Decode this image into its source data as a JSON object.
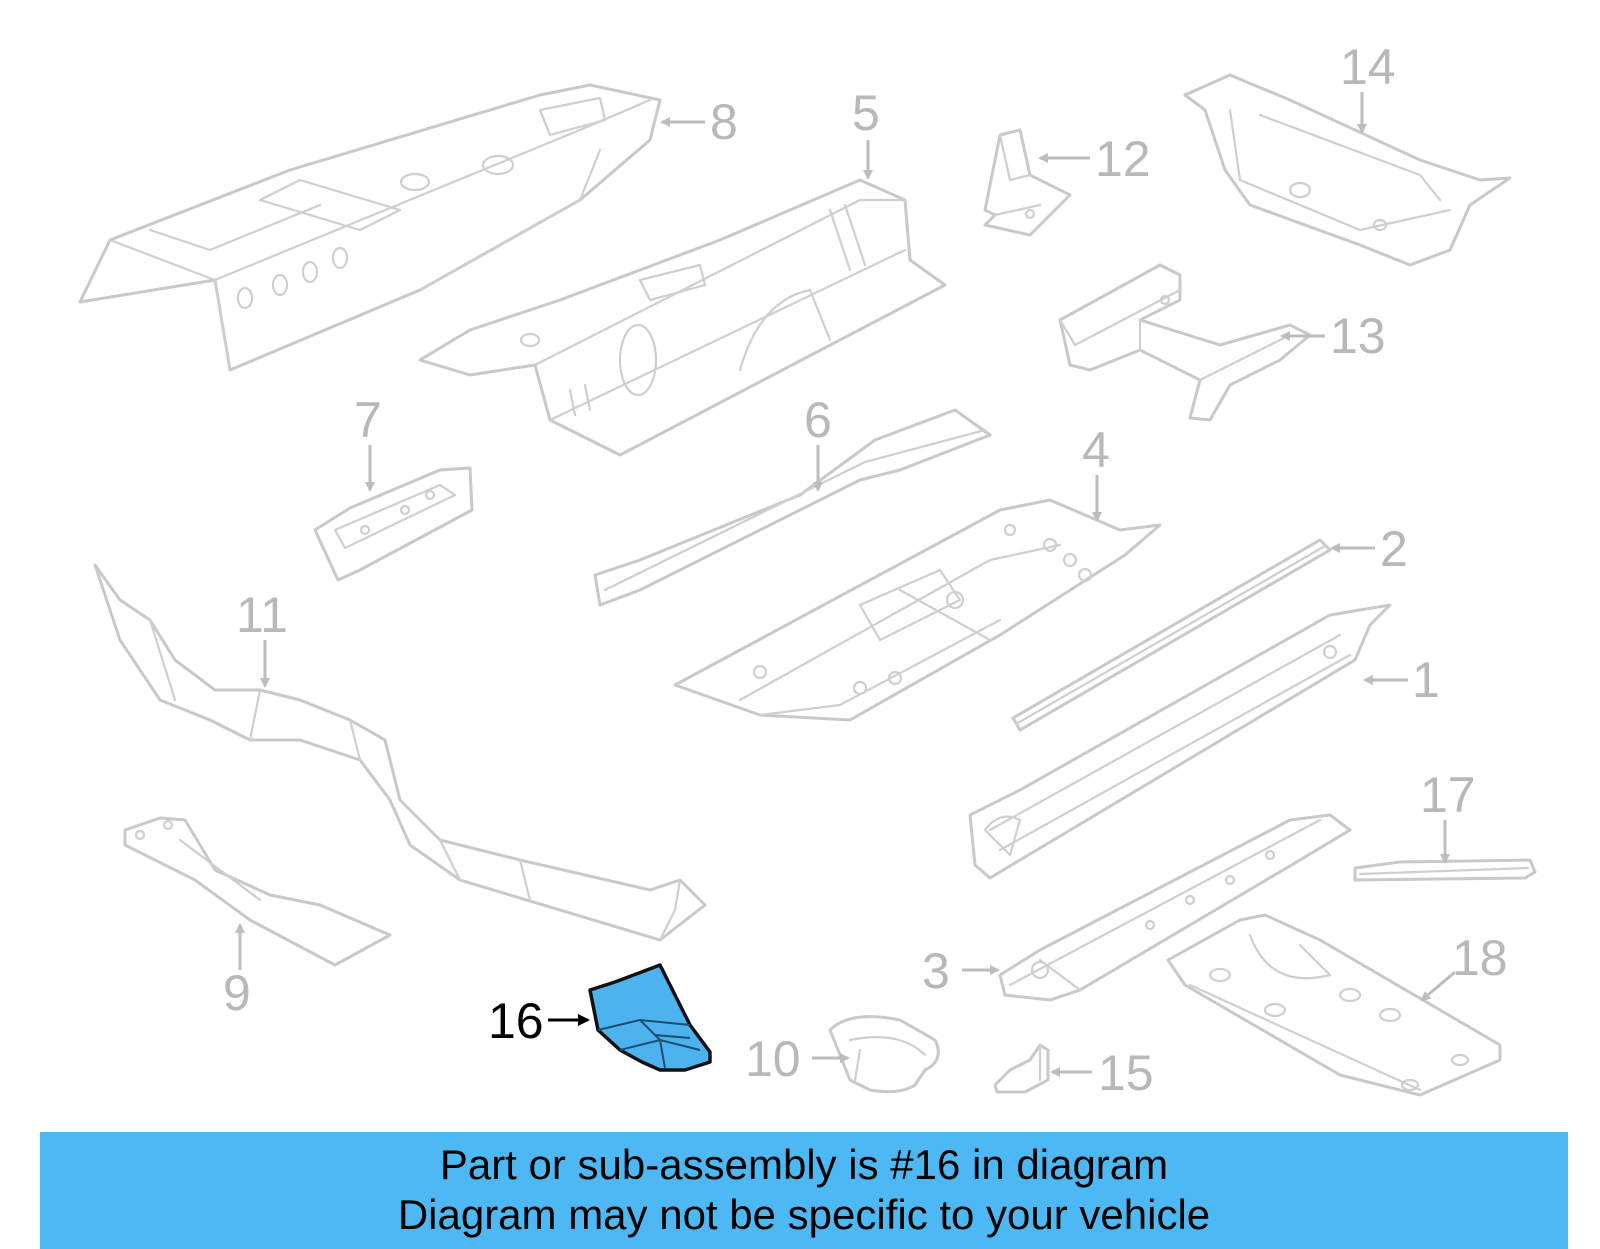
{
  "diagram": {
    "callouts": {
      "c1": "1",
      "c2": "2",
      "c3": "3",
      "c4": "4",
      "c5": "5",
      "c6": "6",
      "c7": "7",
      "c8": "8",
      "c9": "9",
      "c10": "10",
      "c11": "11",
      "c12": "12",
      "c13": "13",
      "c14": "14",
      "c15": "15",
      "c16": "16",
      "c17": "17",
      "c18": "18"
    },
    "highlighted_part": "16",
    "highlight_color": "#4db3ee"
  },
  "banner": {
    "line1": "Part or sub-assembly is #16 in diagram",
    "line2": "Diagram may not be specific to your vehicle",
    "background_color": "#4db8f3"
  }
}
